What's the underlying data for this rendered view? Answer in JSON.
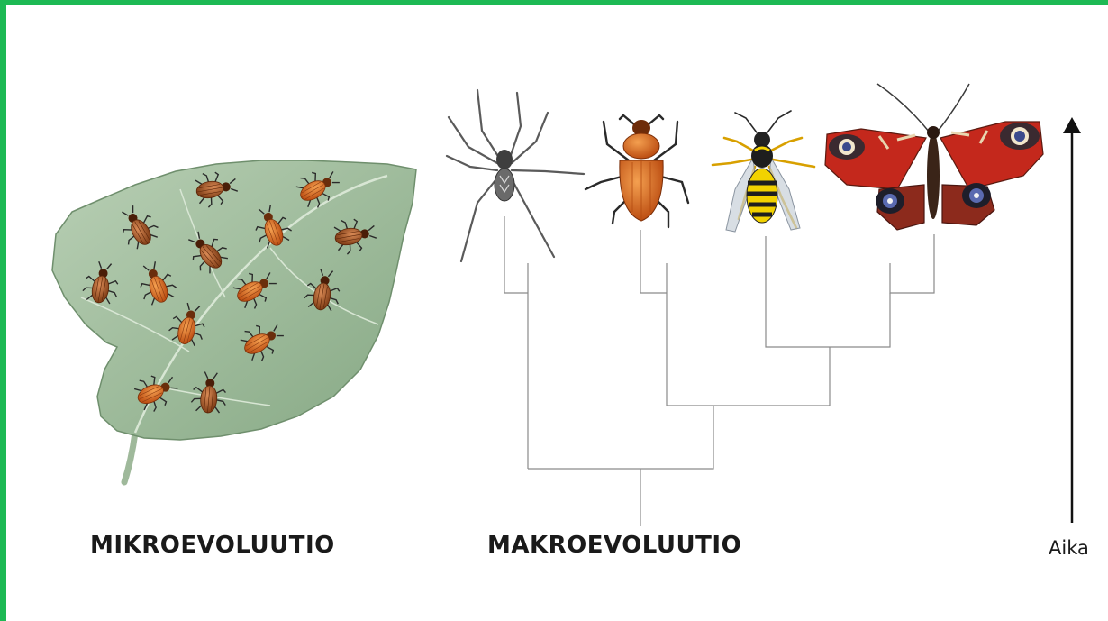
{
  "labels": {
    "micro": "MIKROEVOLUUTIO",
    "macro": "MAKROEVOLUUTIO",
    "time": "Aika"
  },
  "organisms": [
    "spider-icon",
    "beetle-icon",
    "wasp-icon",
    "butterfly-icon"
  ],
  "colors": {
    "frame": "#1db954",
    "leaf": "#9dbb9a",
    "beetle": "#d9661f",
    "tree_lines": "#8a8a8a"
  }
}
